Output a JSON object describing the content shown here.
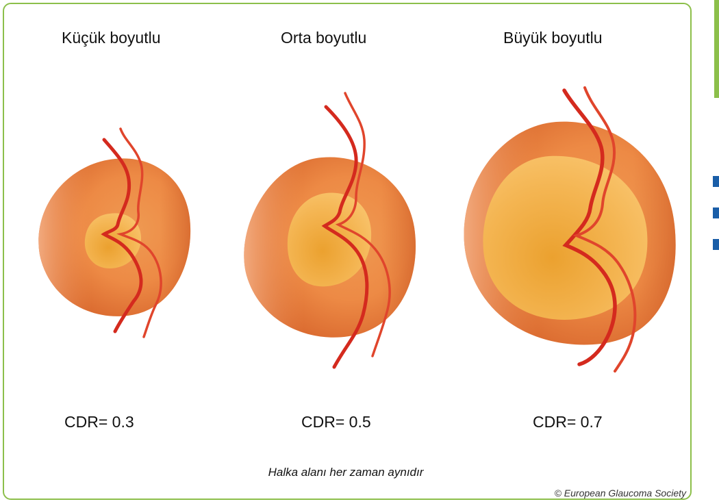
{
  "figure": {
    "columns": [
      {
        "title": "Küçük boyutlu",
        "cdr_label": "CDR= 0.3",
        "cdr": 0.3
      },
      {
        "title": "Orta boyutlu",
        "cdr_label": "CDR= 0.5",
        "cdr": 0.5
      },
      {
        "title": "Büyük boyutlu",
        "cdr_label": "CDR= 0.7",
        "cdr": 0.7
      }
    ],
    "caption": "Halka alanı her zaman aynıdır",
    "copyright": "© European Glaucoma Society"
  },
  "colors": {
    "frame_border": "#8cbf4a",
    "disc_rim_light": "#f4ab80",
    "disc_rim": "#ed8a45",
    "disc_rim_dark": "#d9682e",
    "cup_center": "#eba12f",
    "cup_edge": "#f9c46d",
    "vessel_artery": "#d42a1e",
    "vessel_vein": "#e0452c",
    "side_accent_green": "#8cbf4a",
    "side_accent_blue": "#1a5ea8"
  }
}
